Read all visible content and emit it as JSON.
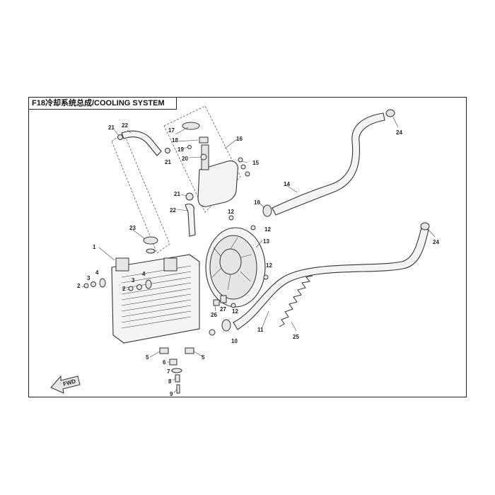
{
  "diagram": {
    "title": "F18冷却系统总成/COOLING SYSTEM",
    "direction_marker": "FWD"
  },
  "callouts": [
    {
      "id": "c1",
      "label": "1"
    },
    {
      "id": "c2a",
      "label": "2"
    },
    {
      "id": "c2b",
      "label": "2"
    },
    {
      "id": "c3a",
      "label": "3"
    },
    {
      "id": "c3b",
      "label": "3"
    },
    {
      "id": "c4a",
      "label": "4"
    },
    {
      "id": "c4b",
      "label": "4"
    },
    {
      "id": "c5a",
      "label": "5"
    },
    {
      "id": "c5b",
      "label": "5"
    },
    {
      "id": "c6",
      "label": "6"
    },
    {
      "id": "c7",
      "label": "7"
    },
    {
      "id": "c8",
      "label": "8"
    },
    {
      "id": "c9",
      "label": "9"
    },
    {
      "id": "c10a",
      "label": "10"
    },
    {
      "id": "c10b",
      "label": "10"
    },
    {
      "id": "c11",
      "label": "11"
    },
    {
      "id": "c12a",
      "label": "12"
    },
    {
      "id": "c12b",
      "label": "12"
    },
    {
      "id": "c12c",
      "label": "12"
    },
    {
      "id": "c12d",
      "label": "12"
    },
    {
      "id": "c13",
      "label": "13"
    },
    {
      "id": "c14",
      "label": "14"
    },
    {
      "id": "c15",
      "label": "15"
    },
    {
      "id": "c16",
      "label": "16"
    },
    {
      "id": "c17",
      "label": "17"
    },
    {
      "id": "c18",
      "label": "18"
    },
    {
      "id": "c19",
      "label": "19"
    },
    {
      "id": "c20",
      "label": "20"
    },
    {
      "id": "c21a",
      "label": "21"
    },
    {
      "id": "c21b",
      "label": "21"
    },
    {
      "id": "c21c",
      "label": "21"
    },
    {
      "id": "c22a",
      "label": "22"
    },
    {
      "id": "c22b",
      "label": "22"
    },
    {
      "id": "c23",
      "label": "23"
    },
    {
      "id": "c24a",
      "label": "24"
    },
    {
      "id": "c24b",
      "label": "24"
    },
    {
      "id": "c25",
      "label": "25"
    },
    {
      "id": "c26",
      "label": "26"
    },
    {
      "id": "c27",
      "label": "27"
    }
  ]
}
